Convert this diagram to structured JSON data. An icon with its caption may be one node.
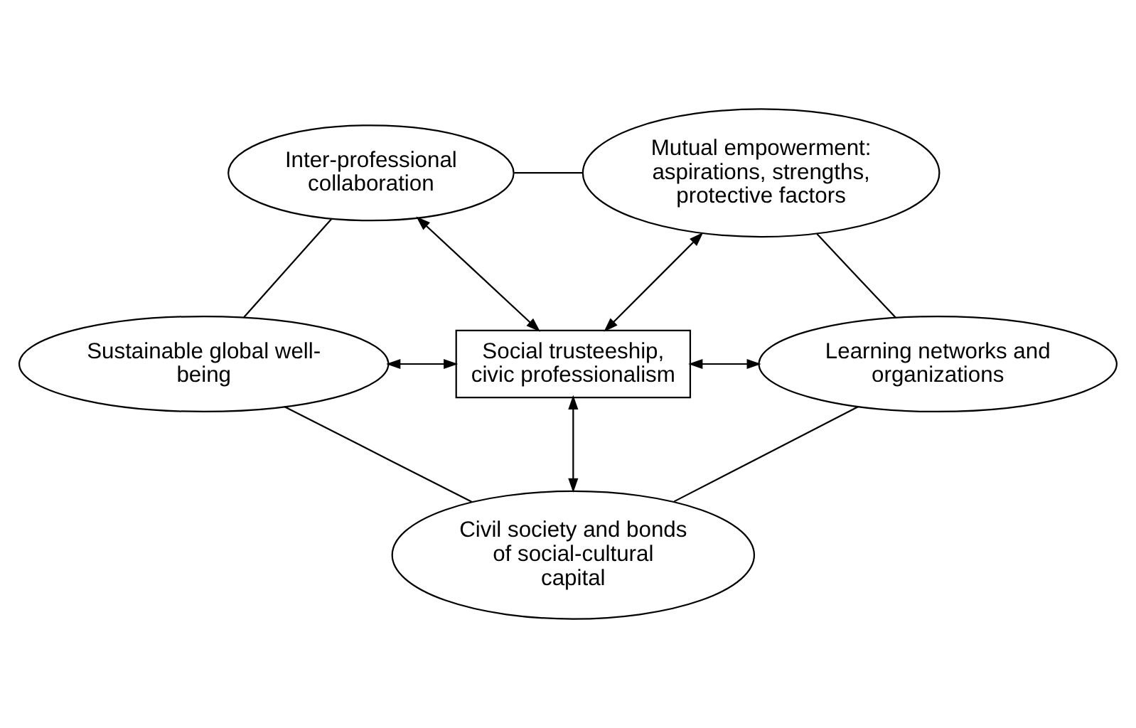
{
  "diagram": {
    "nodes": [
      {
        "text": [
          "Inter-professional collaboration"
        ]
      },
      {
        "text": [
          "Mutual empowerment: aspirations, strengths, protective factors"
        ]
      },
      {
        "text": [
          "Sustainable global well-being"
        ]
      },
      {
        "text": [
          "Social trusteeship, civic professionalism"
        ]
      },
      {
        "text": [
          "Learning networks and organizations"
        ]
      },
      {
        "text": [
          "Civil society and bonds of social-cultural capital"
        ]
      }
    ],
    "edges": [
      {
        "from": 0,
        "to": 3,
        "arrow": "both"
      },
      {
        "from": 1,
        "to": 3,
        "arrow": "both"
      },
      {
        "from": 2,
        "to": 3,
        "arrow": "both"
      },
      {
        "from": 3,
        "to": 4,
        "arrow": "both"
      },
      {
        "from": 3,
        "to": 5,
        "arrow": "both"
      },
      {
        "from": 0,
        "to": 1,
        "arrow": "none"
      },
      {
        "from": 1,
        "to": 4,
        "arrow": "none"
      },
      {
        "from": 4,
        "to": 5,
        "arrow": "none"
      },
      {
        "from": 5,
        "to": 2,
        "arrow": "none"
      },
      {
        "from": 2,
        "to": 0,
        "arrow": "none"
      }
    ]
  }
}
